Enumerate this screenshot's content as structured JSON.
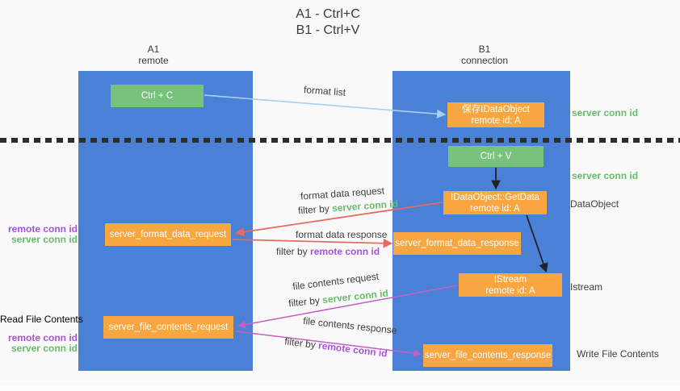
{
  "title": {
    "line1": "A1 - Ctrl+C",
    "line2": "B1 - Ctrl+V"
  },
  "columns": {
    "a1": {
      "name": "A1",
      "subtitle": "remote"
    },
    "b1": {
      "name": "B1",
      "subtitle": "connection"
    }
  },
  "boxes": {
    "ctrl_c": {
      "label": "Ctrl + C"
    },
    "save_idataobject": {
      "line1": "保存IDataObject",
      "line2": "remote id: A"
    },
    "ctrl_v": {
      "label": "Ctrl + V"
    },
    "getdata": {
      "line1": "IDataObject::GetData",
      "line2": "remote id: A"
    },
    "format_request": {
      "label": "server_format_data_request"
    },
    "format_response": {
      "label": "server_format_data_response"
    },
    "istream": {
      "line1": "IStream",
      "line2": "remote id: A"
    },
    "file_request": {
      "label": "server_file_contents_request"
    },
    "file_response": {
      "label": "server_file_contents_response"
    }
  },
  "arrow_labels": {
    "format_list": "format list",
    "format_data_request": "format data request",
    "format_data_response": "format data response",
    "file_contents_request": "file contents request",
    "file_contents_response": "file contents response",
    "filter_by": "filter by",
    "server_conn_id": "server conn id",
    "remote_conn_id": "remote conn id"
  },
  "side_labels": {
    "server_conn_id_top": "server conn id",
    "server_conn_id_mid": "server conn id",
    "dataobject": "DataObject",
    "istream": "Istream",
    "write_file_contents": "Write File Contents",
    "read_file_contents": "Read File Contents",
    "remote_conn_id": "remote conn id",
    "server_conn_id": "server conn id"
  },
  "colors": {
    "background": "#f9f9f9",
    "column_blue": "#4a80d6",
    "box_green": "#77c37c",
    "box_orange": "#f8a63f",
    "arrow_light_blue": "#a6d2ef",
    "arrow_red": "#e96a5e",
    "arrow_magenta": "#c55fc5",
    "arrow_black": "#222222",
    "text_green": "#68bd6c",
    "text_purple": "#a653d6",
    "text_dark": "#3f3f3f"
  }
}
